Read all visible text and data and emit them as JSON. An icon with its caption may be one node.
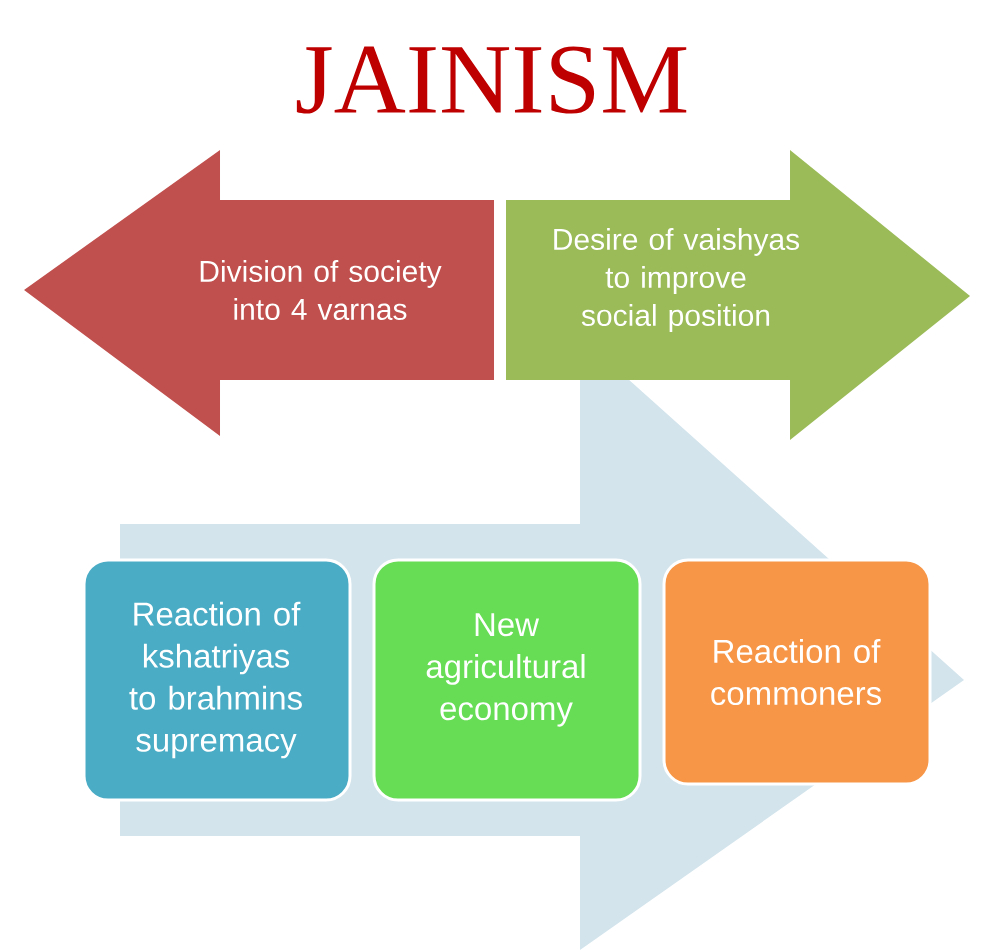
{
  "diagram": {
    "title": "JAINISM",
    "nodes": [
      {
        "text": [
          "Division of society into 4 varnas"
        ]
      },
      {
        "text": [
          "Desire of vaishyas to improve social position"
        ]
      },
      {
        "text": [
          "Reaction of kshatriyas to brahmins supremacy"
        ]
      },
      {
        "text": [
          "New agricultural economy"
        ]
      },
      {
        "text": [
          "Reaction of commoners"
        ]
      }
    ],
    "edges": [
      {
        "from": 2,
        "to": 4,
        "arrow": "to"
      }
    ]
  }
}
